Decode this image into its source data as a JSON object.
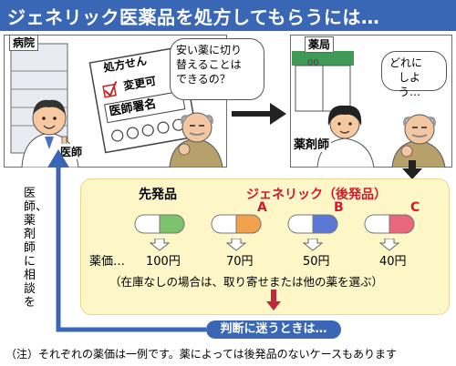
{
  "title": "ジェネリック医薬品を処方してもらうには…",
  "hospital": {
    "sign": "病院",
    "prescription_title": "処方せん",
    "checkbox_label": "変更可",
    "signature_label": "医師署名",
    "doctor_label": "医師",
    "patient_question": "安い薬に切り替えることはできるの？",
    "patient_question_lines": [
      "安い薬に切り",
      "替えることは",
      "できるの？"
    ]
  },
  "pharmacy": {
    "sign": "薬局",
    "door_number": "00",
    "patient_question_lines": [
      "どれに",
      "しよう…"
    ],
    "pharmacist_label": "薬剤師"
  },
  "comparison": {
    "brand_label": "先発品",
    "generic_label": "ジェネリック（後発品）",
    "price_label": "薬価…",
    "brand_price": "100円",
    "options": [
      {
        "letter": "A",
        "price": "70円",
        "color": "#f2a24e"
      },
      {
        "letter": "B",
        "price": "50円",
        "color": "#5b78d4"
      },
      {
        "letter": "C",
        "price": "40円",
        "color": "#e8677a"
      }
    ],
    "brand_capsule_color": "#7dc36b",
    "note": "（在庫なしの場合は、取り寄せまたは他の薬を選ぶ）"
  },
  "judgement": "判断に迷うときは…",
  "consult_vertical": "医師、薬剤師に相談を",
  "footnote": "（注）それぞれの薬価は一例です。薬によっては後発品のないケースもあります"
}
